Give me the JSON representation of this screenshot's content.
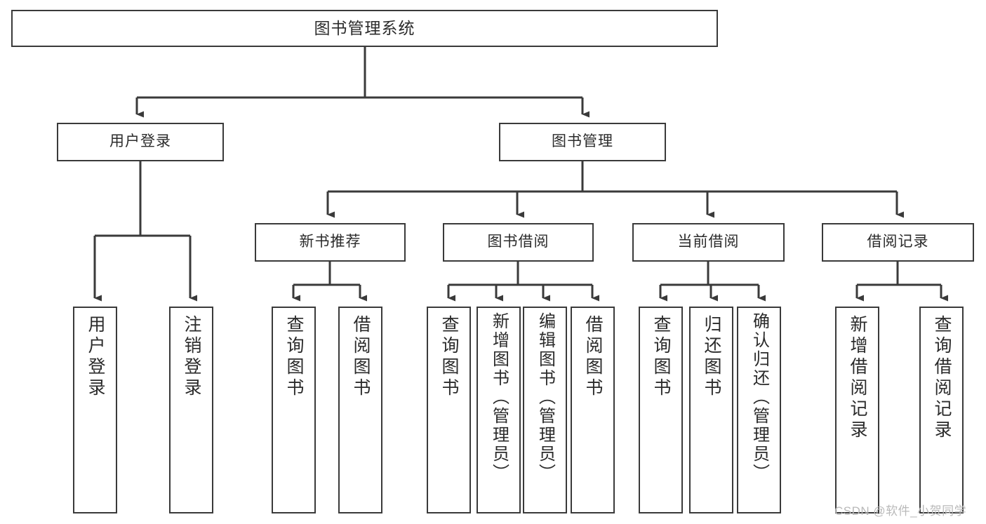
{
  "diagram": {
    "type": "tree",
    "title": "图书管理系统",
    "root": {
      "label": "图书管理系统"
    },
    "level1": [
      {
        "label": "用户登录"
      },
      {
        "label": "图书管理"
      }
    ],
    "level2": [
      {
        "label": "新书推荐"
      },
      {
        "label": "图书借阅"
      },
      {
        "label": "当前借阅"
      },
      {
        "label": "借阅记录"
      }
    ],
    "leaves": [
      {
        "label": "用户登录",
        "parent": "用户登录"
      },
      {
        "label": "注销登录",
        "parent": "用户登录"
      },
      {
        "label": "查询图书",
        "parent": "新书推荐"
      },
      {
        "label": "借阅图书",
        "parent": "新书推荐"
      },
      {
        "label": "查询图书",
        "parent": "图书借阅"
      },
      {
        "label": "新增图书（管理员）",
        "parent": "图书借阅"
      },
      {
        "label": "编辑图书（管理员）",
        "parent": "图书借阅"
      },
      {
        "label": "借阅图书",
        "parent": "图书借阅"
      },
      {
        "label": "查询图书",
        "parent": "当前借阅"
      },
      {
        "label": "归还图书",
        "parent": "当前借阅"
      },
      {
        "label": "确认归还（管理员）",
        "parent": "当前借阅"
      },
      {
        "label": "新增借阅记录",
        "parent": "借阅记录"
      },
      {
        "label": "查询借阅记录",
        "parent": "借阅记录"
      }
    ]
  },
  "watermark": {
    "text": "CSDN @软件_小贺同学"
  },
  "colors": {
    "stroke": "#3a3a3a",
    "text": "#2b2b2b",
    "background": "#ffffff",
    "watermark": "#b9b9b9"
  }
}
